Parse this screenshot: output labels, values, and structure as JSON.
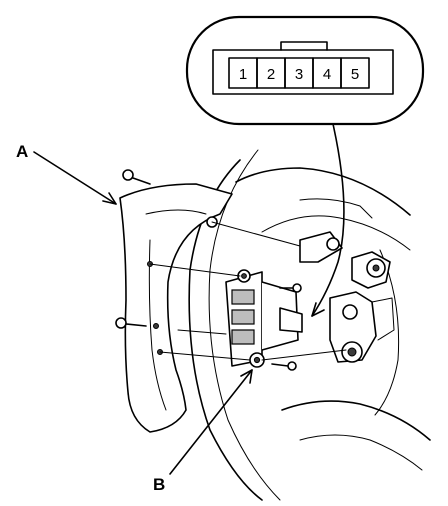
{
  "labels": {
    "a": "A",
    "b": "B"
  },
  "connector": {
    "pins": [
      "1",
      "2",
      "3",
      "4",
      "5"
    ]
  }
}
